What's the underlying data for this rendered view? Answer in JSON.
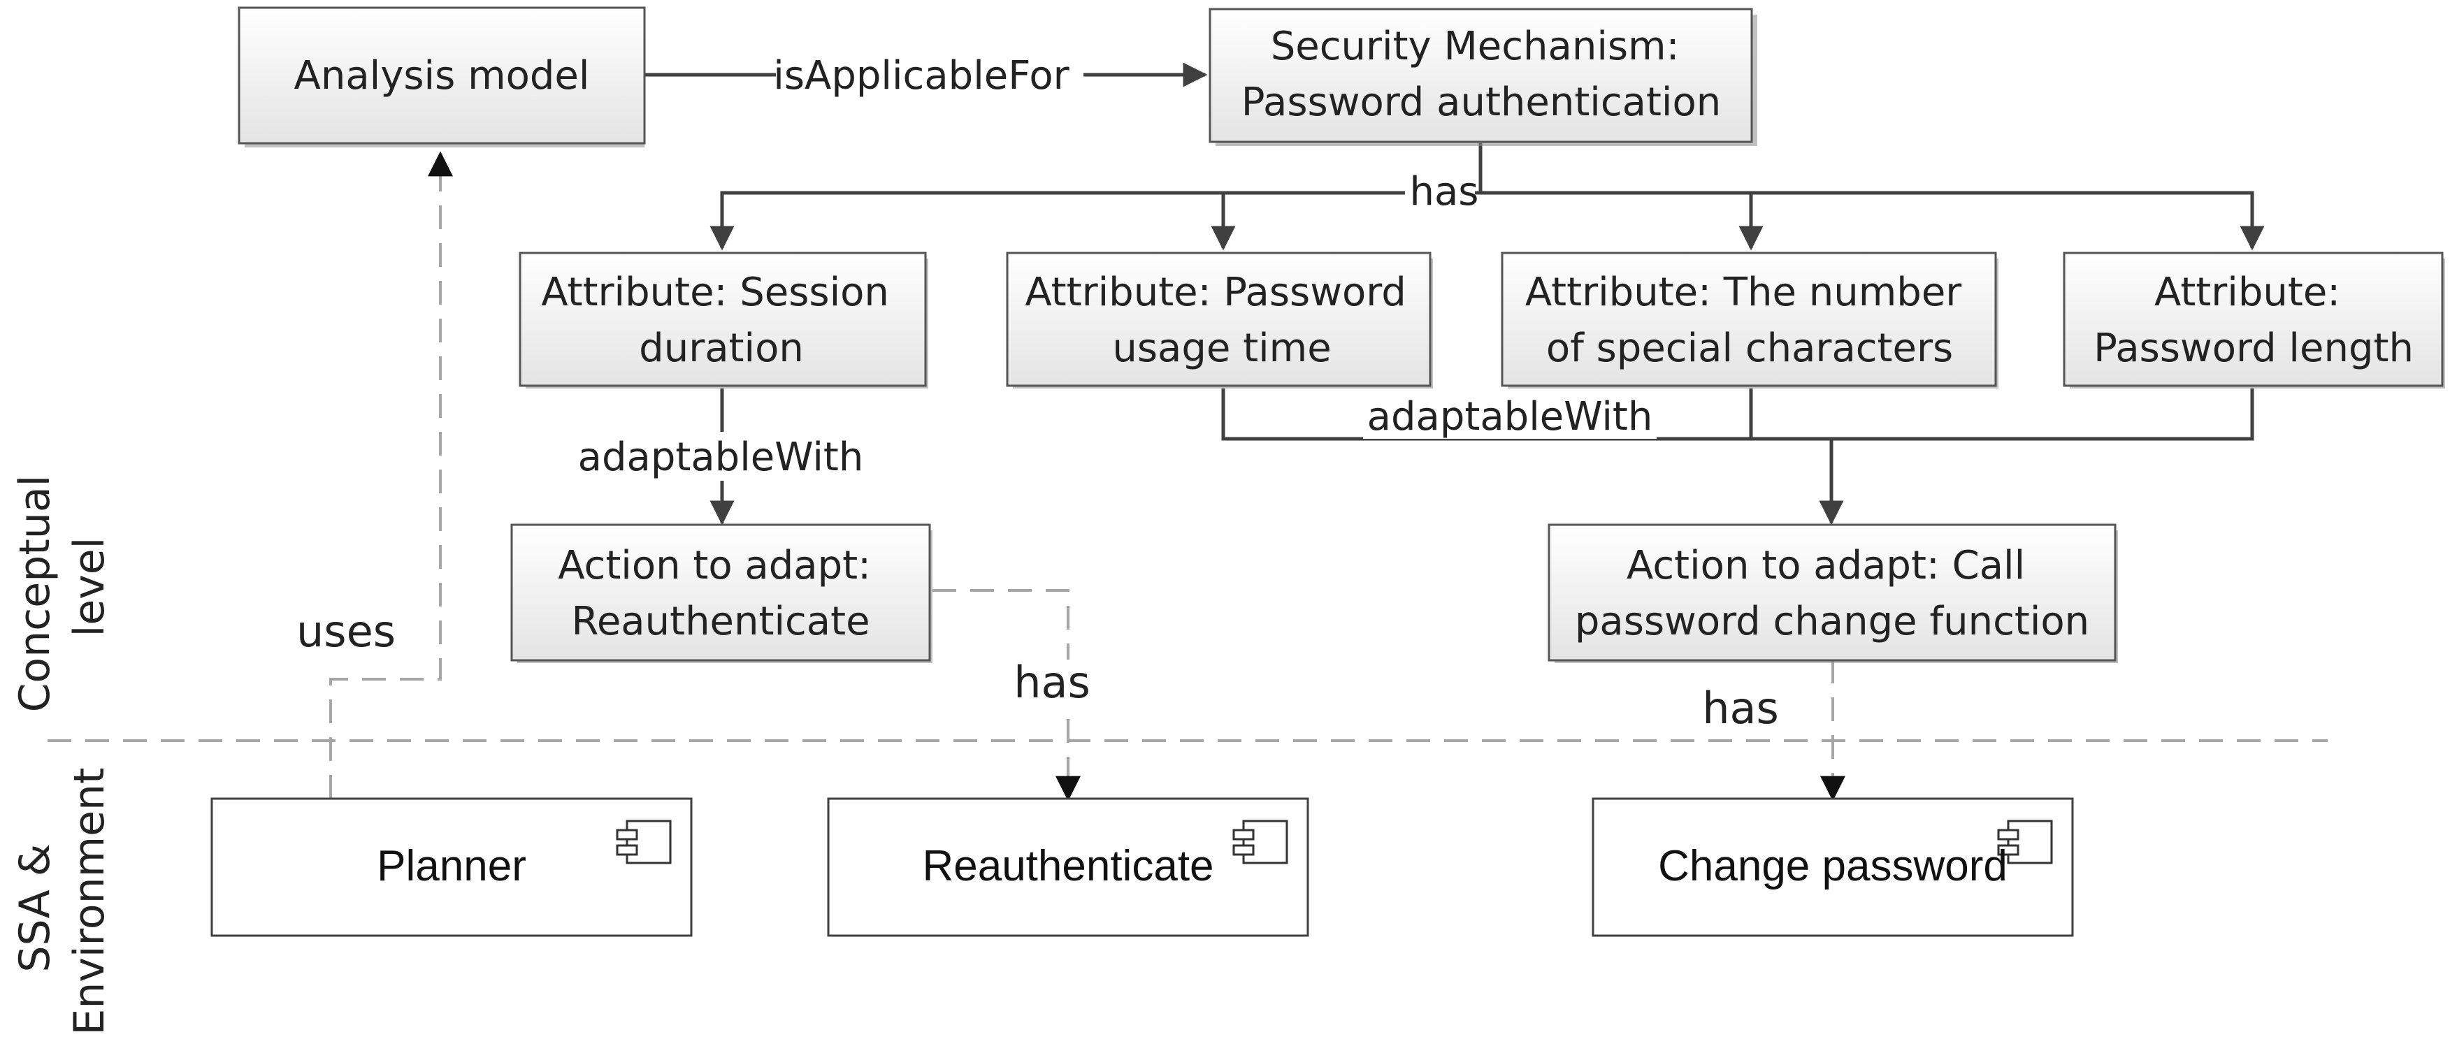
{
  "nodes": {
    "analysis_model": [
      "Analysis model"
    ],
    "security_mechanism": [
      "Security Mechanism:",
      "Password authentication"
    ],
    "attr_session": [
      "Attribute: Session",
      "duration"
    ],
    "attr_usage": [
      "Attribute: Password",
      "usage time"
    ],
    "attr_special": [
      "Attribute: The number",
      "of special characters"
    ],
    "attr_length": [
      "Attribute:",
      "Password length"
    ],
    "action_reauth": [
      "Action to adapt:",
      "Reauthenticate"
    ],
    "action_change": [
      "Action to adapt: Call",
      "password change function"
    ]
  },
  "components": {
    "planner": "Planner",
    "reauthenticate": "Reauthenticate",
    "change_password": "Change password"
  },
  "edge_labels": {
    "is_applicable_for": "isApplicableFor",
    "has_top": "has",
    "adaptable_with_left": "adaptableWith",
    "adaptable_with_right": "adaptableWith",
    "uses": "uses",
    "has_reauth": "has",
    "has_change": "has"
  },
  "levels": {
    "conceptual": [
      "Conceptual",
      "level"
    ],
    "ssa": [
      "SSA &",
      "Environment"
    ]
  },
  "colors": {
    "box_fill_top": "#ffffff",
    "box_fill_bottom": "#e6e6e6",
    "solid_line": "#404040",
    "dashed_line": "#a6a6a6"
  }
}
